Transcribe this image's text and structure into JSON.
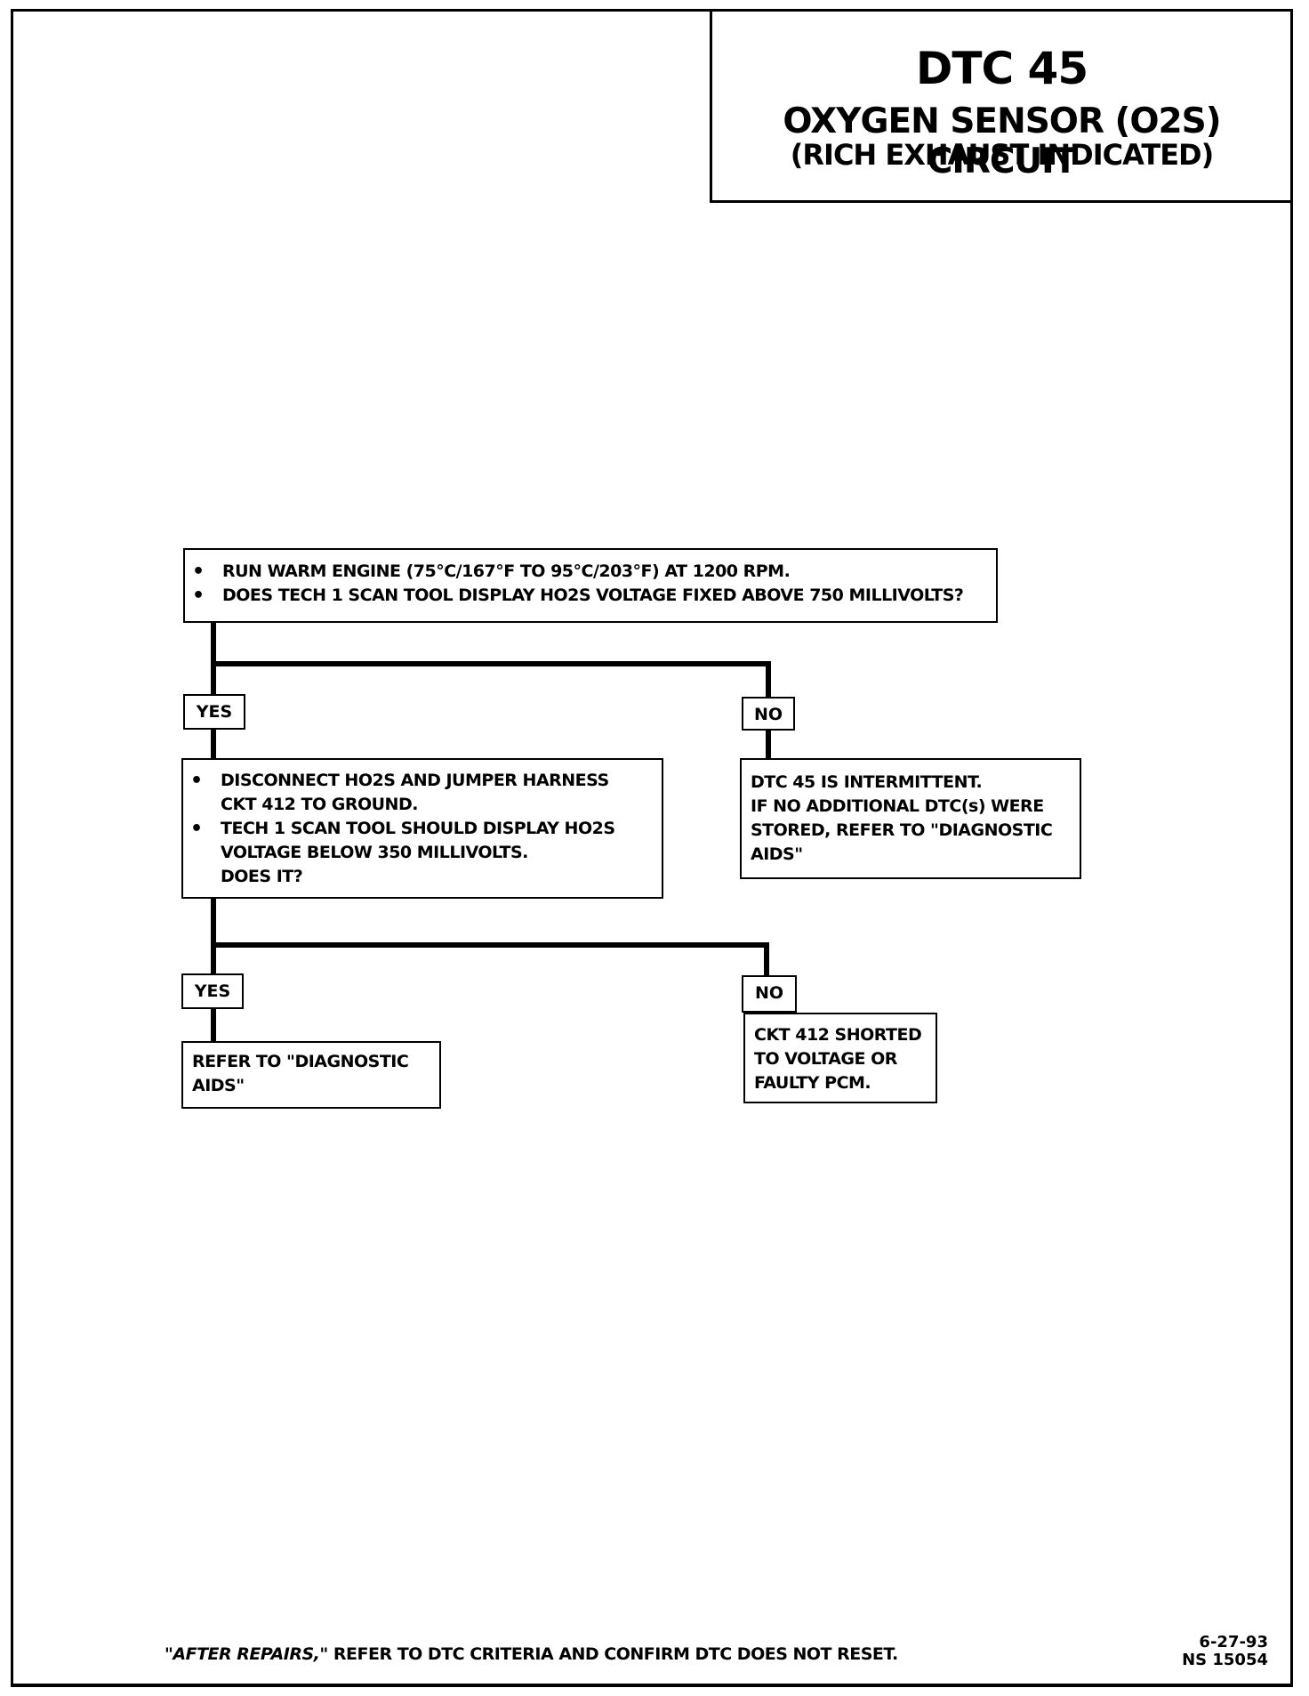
{
  "title": {
    "code": "DTC 45",
    "main": "OXYGEN SENSOR (O2S) CIRCUIT",
    "sub": "(RICH EXHAUST INDICATED)"
  },
  "flowchart": {
    "step1": {
      "bullets": [
        "RUN WARM ENGINE (75°C/167°F TO 95°C/203°F) AT 1200 RPM.",
        "DOES TECH 1 SCAN TOOL DISPLAY HO2S VOLTAGE FIXED ABOVE 750 MILLIVOLTS?"
      ]
    },
    "step1_yes": "YES",
    "step1_no": "NO",
    "step1_no_result": {
      "lines": [
        "DTC 45 IS INTERMITTENT.",
        "IF NO ADDITIONAL DTC(s) WERE",
        "STORED, REFER TO \"DIAGNOSTIC",
        "AIDS\""
      ]
    },
    "step2": {
      "bullet1": [
        "DISCONNECT HO2S AND JUMPER HARNESS",
        "CKT 412 TO GROUND."
      ],
      "bullet2": [
        "TECH 1 SCAN TOOL SHOULD DISPLAY HO2S",
        "VOLTAGE BELOW 350 MILLIVOLTS.",
        "DOES IT?"
      ]
    },
    "step2_yes": "YES",
    "step2_no": "NO",
    "step2_yes_result": {
      "lines": [
        "REFER TO \"DIAGNOSTIC",
        "AIDS\""
      ]
    },
    "step2_no_result": {
      "lines": [
        "CKT 412 SHORTED",
        "TO VOLTAGE OR",
        "FAULTY PCM."
      ]
    }
  },
  "footer": {
    "note_emph": "\"AFTER REPAIRS,\"",
    "note_rest": " REFER TO DTC CRITERIA AND CONFIRM DTC DOES NOT RESET.",
    "date": "6-27-93",
    "ref": "NS 15054"
  }
}
